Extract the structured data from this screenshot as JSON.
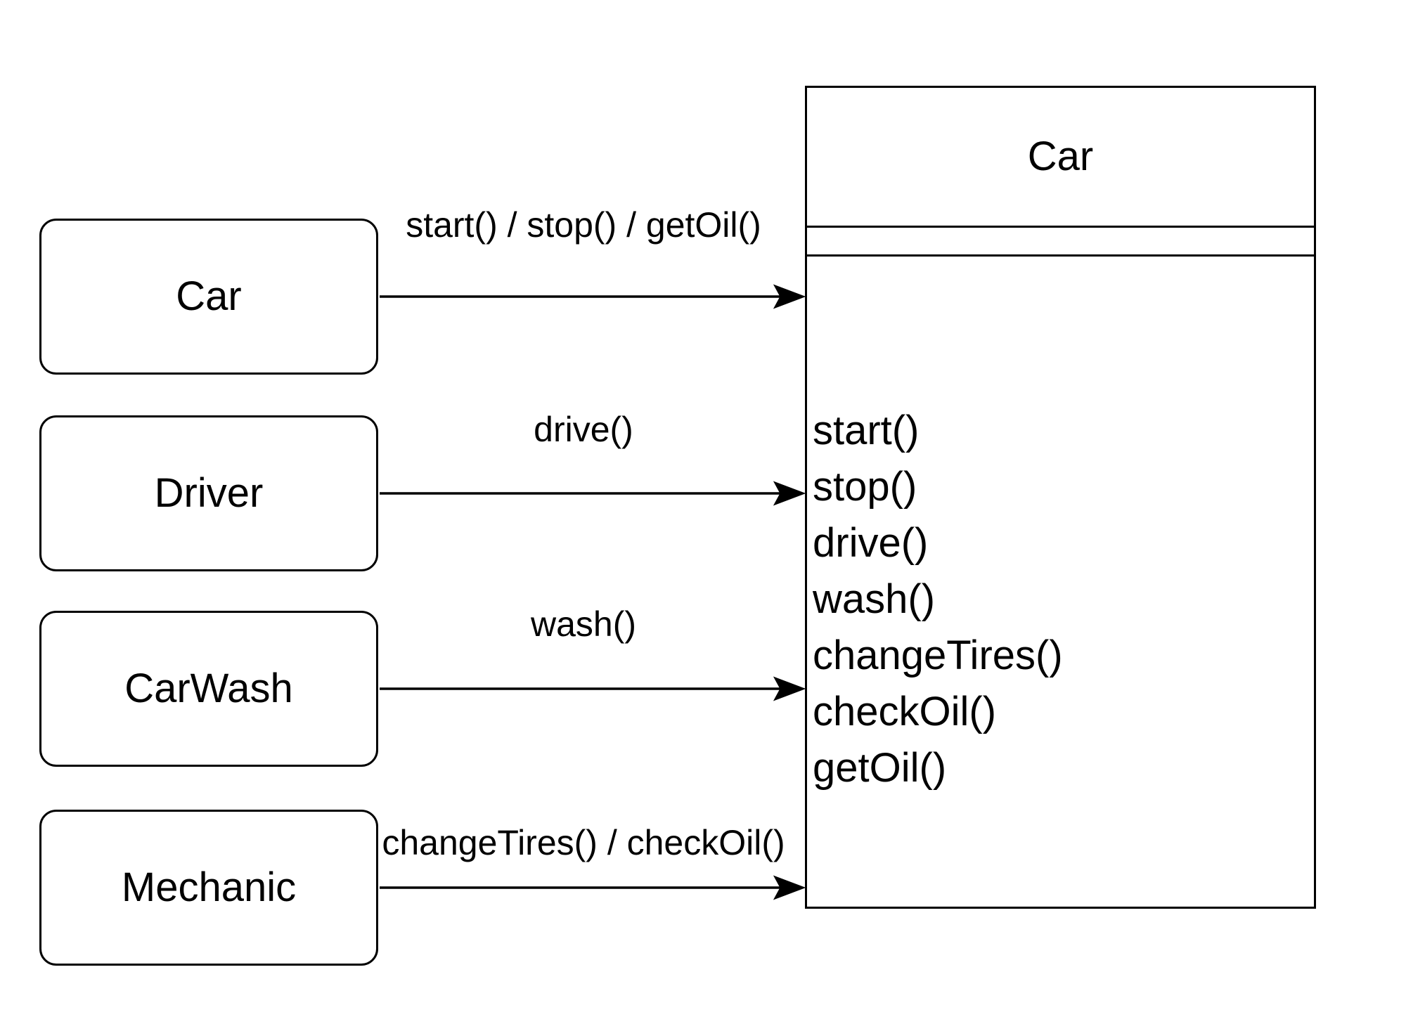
{
  "diagram": {
    "actors": [
      {
        "label": "Car",
        "message": "start() / stop() / getOil()"
      },
      {
        "label": "Driver",
        "message": "drive()"
      },
      {
        "label": "CarWash",
        "message": "wash()"
      },
      {
        "label": "Mechanic",
        "message": "changeTires() / checkOil()"
      }
    ],
    "class_box": {
      "title": "Car",
      "attributes": [],
      "methods": [
        "start()",
        "stop()",
        "drive()",
        "wash()",
        "changeTires()",
        "checkOil()",
        "getOil()"
      ]
    },
    "colors": {
      "stroke": "#000000",
      "fill": "#ffffff",
      "text": "#000000",
      "background": "#ffffff"
    }
  }
}
